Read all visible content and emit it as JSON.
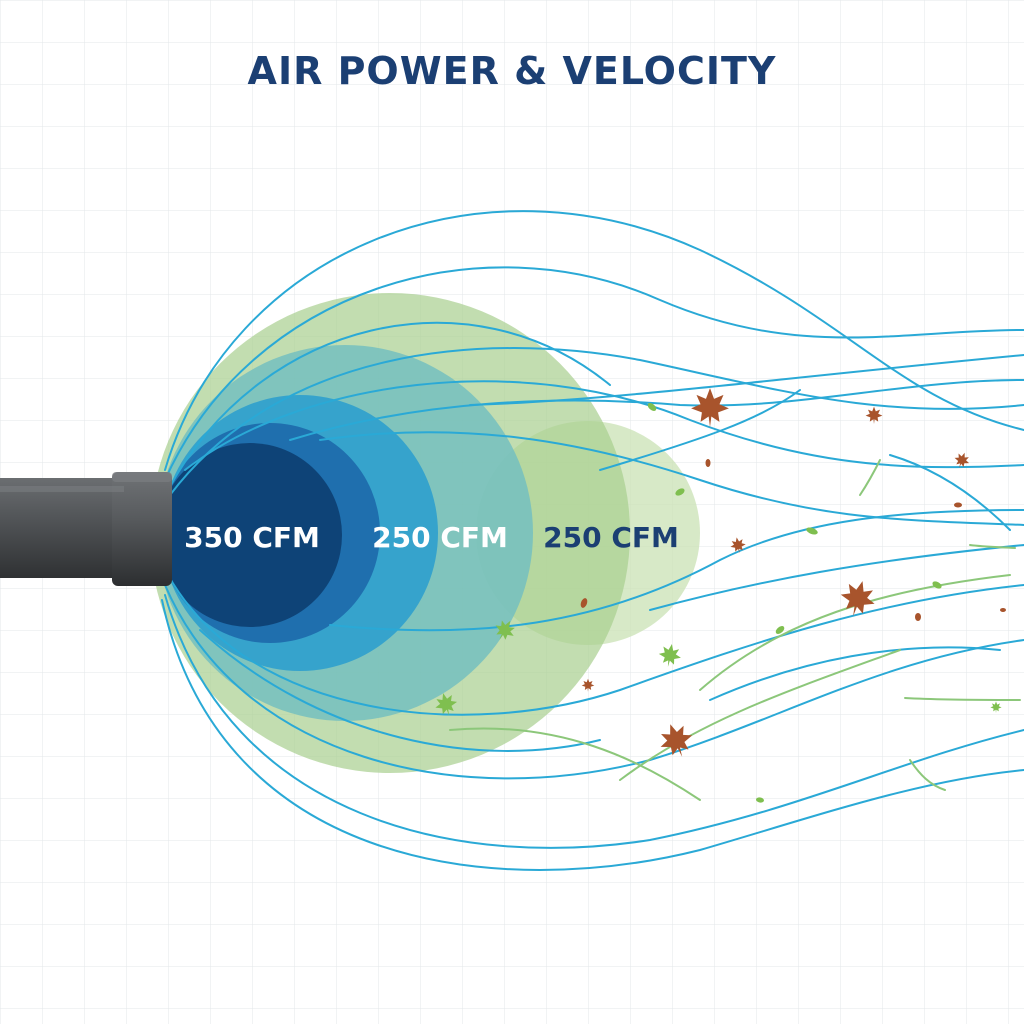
{
  "title": "AIR POWER & VELOCITY",
  "zones": [
    {
      "label": "350 CFM"
    },
    {
      "label": "250 CFM"
    },
    {
      "label": "250 CFM"
    }
  ],
  "colors": {
    "title": "#1b3f73",
    "core": "#0e4377",
    "ring_dark": "#1f6fae",
    "ring_mid": "#36a3cc",
    "ring_teal": "#74bfc0",
    "ring_green": "#a8cf8f",
    "ring_light": "#c9e2b4",
    "stream": "#2aa9d6",
    "stream_green": "#8cc77a",
    "leaf_brown": "#a8542c",
    "leaf_green": "#7fbf4f",
    "nozzle": "#4d4f52"
  },
  "icons": {
    "nozzle": "leaf-blower-nozzle-icon",
    "leaf": "maple-leaf-icon"
  }
}
